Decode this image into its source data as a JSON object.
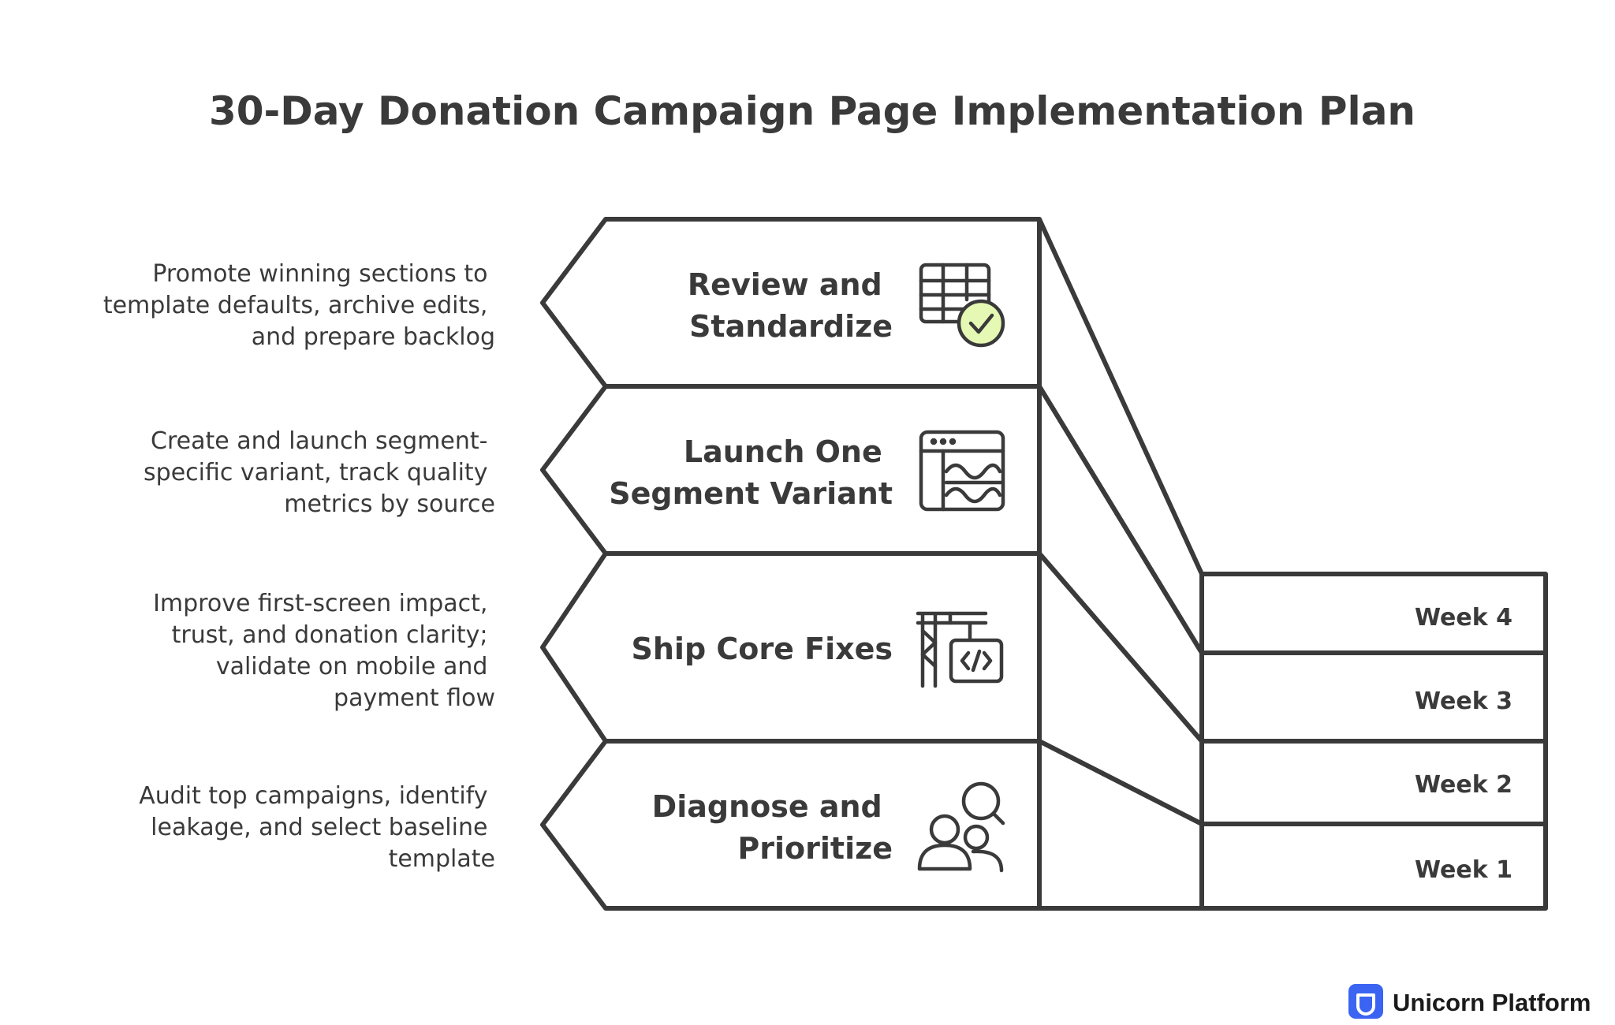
{
  "title": "30-Day Donation Campaign Page Implementation Plan",
  "colors": {
    "week4": "#e6f9b4",
    "week3": "#c6f8de",
    "week2": "#cdeffb",
    "week1": "#dbe7fb",
    "outline": "#3a3a3a",
    "brand": "#3b64f2"
  },
  "steps": [
    {
      "id": "week4",
      "title_lines": [
        "Review and",
        "Standardize"
      ],
      "description_lines": [
        "Promote winning sections to",
        "template defaults, archive edits,",
        "and prepare backlog"
      ],
      "icon": "table-check-icon",
      "week_label": "Week 4"
    },
    {
      "id": "week3",
      "title_lines": [
        "Launch One",
        "Segment Variant"
      ],
      "description_lines": [
        "Create and launch segment-",
        "specific variant, track quality",
        "metrics by source"
      ],
      "icon": "browser-window-icon",
      "week_label": "Week 3"
    },
    {
      "id": "week2",
      "title_lines": [
        "Ship Core Fixes"
      ],
      "description_lines": [
        "Improve first-screen impact,",
        "trust, and donation clarity;",
        "validate on mobile and",
        "payment flow"
      ],
      "icon": "crane-code-icon",
      "week_label": "Week 2"
    },
    {
      "id": "week1",
      "title_lines": [
        "Diagnose and",
        "Prioritize"
      ],
      "description_lines": [
        "Audit top campaigns, identify",
        "leakage, and select baseline",
        "template"
      ],
      "icon": "people-search-icon",
      "week_label": "Week 1"
    }
  ],
  "footer": {
    "brand_name": "Unicorn Platform",
    "logo_icon": "unicorn-platform-logo-icon"
  }
}
